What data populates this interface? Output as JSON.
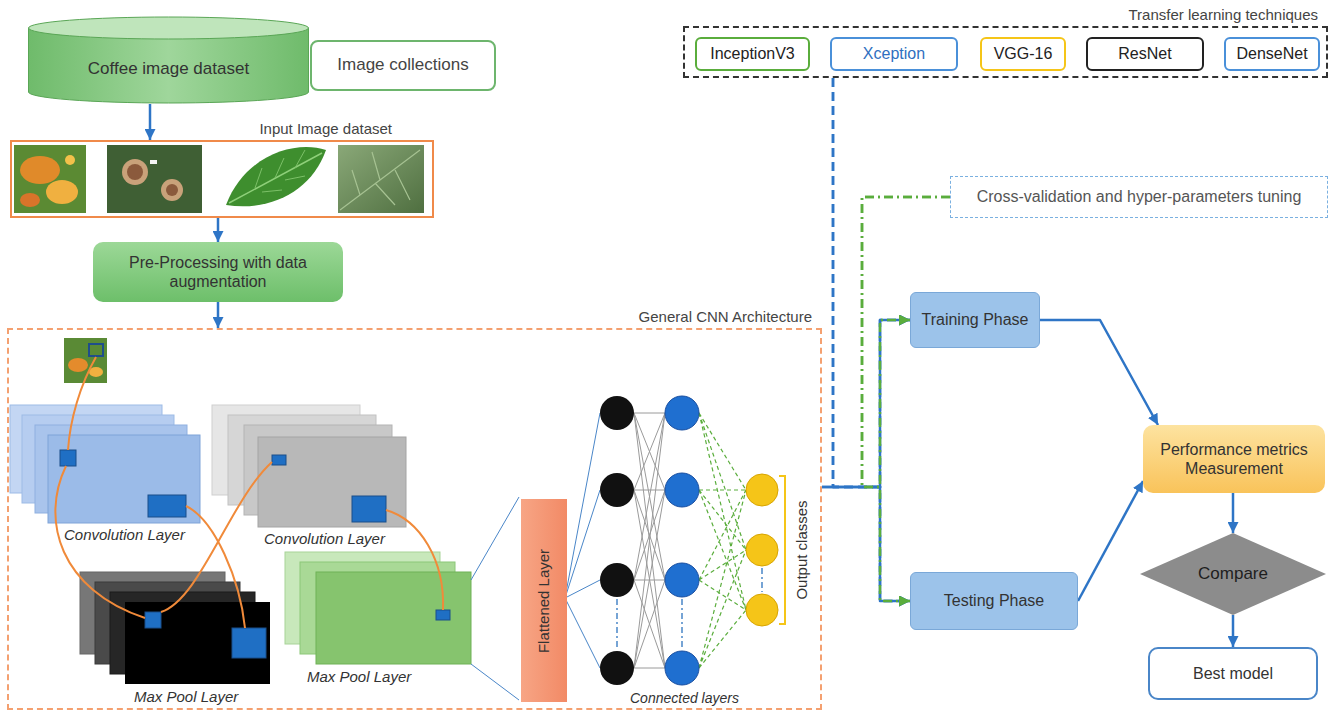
{
  "diagram": {
    "nodes": [
      {
        "text": [
          "Coffee image dataset"
        ]
      },
      {
        "text": [
          "Image collections"
        ]
      },
      {
        "text": [
          "Input Image dataset"
        ]
      },
      {
        "text": [
          "Pre-Processing with data augmentation"
        ]
      },
      {
        "text": [
          "General CNN Architecture"
        ]
      },
      {
        "text": [
          "Flattened Layer"
        ],
        "in": 4
      },
      {
        "text": [
          "Transfer learning techniques"
        ]
      },
      {
        "text": [
          "InceptionV3"
        ],
        "in": 6
      },
      {
        "text": [
          "Xception"
        ],
        "in": 6
      },
      {
        "text": [
          "VGG-16"
        ],
        "in": 6
      },
      {
        "text": [
          "ResNet"
        ],
        "in": 6
      },
      {
        "text": [
          "DenseNet"
        ],
        "in": 6
      },
      {
        "text": [
          "Cross-validation and hyper-parameters tuning"
        ]
      },
      {
        "text": [
          "Training Phase"
        ]
      },
      {
        "text": [
          "Testing Phase"
        ]
      },
      {
        "text": [
          "Performance metrics Measurement"
        ]
      },
      {
        "text": [
          "Compare"
        ]
      },
      {
        "text": [
          "Best model"
        ]
      }
    ],
    "edges": [
      {
        "from": 0,
        "to": 2,
        "arrow": "to"
      },
      {
        "from": 2,
        "to": 3,
        "arrow": "to"
      },
      {
        "from": 3,
        "to": 4,
        "arrow": "to"
      },
      {
        "from": 4,
        "to": 13,
        "arrow": "to"
      },
      {
        "from": 4,
        "to": 14,
        "arrow": "to"
      },
      {
        "from": 6,
        "to": 13,
        "arrow": "to"
      },
      {
        "from": 6,
        "to": 14,
        "arrow": "to"
      },
      {
        "from": 12,
        "to": 13,
        "arrow": "to"
      },
      {
        "from": 12,
        "to": 14,
        "arrow": "to"
      },
      {
        "from": 13,
        "to": 15,
        "arrow": "to"
      },
      {
        "from": 14,
        "to": 15,
        "arrow": "to"
      },
      {
        "from": 15,
        "to": 16,
        "arrow": "to"
      },
      {
        "from": 16,
        "to": 17,
        "arrow": "to"
      }
    ],
    "labels": [
      "Convolution Layer",
      "Convolution Layer",
      "Max Pool Layer",
      "Max Pool Layer",
      "Connected layers",
      "Output classes"
    ]
  }
}
